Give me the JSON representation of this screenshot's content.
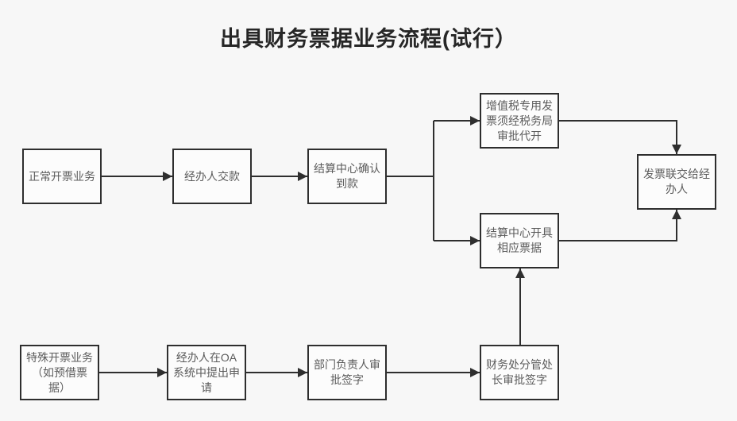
{
  "title": "出具财务票据业务流程(试行）",
  "colors": {
    "background": "#f7f7f7",
    "node_fill": "#fcfcfc",
    "node_border": "#2e2e2e",
    "node_text": "#5b5b5b",
    "connector": "#2e2e2e",
    "title_text": "#262626"
  },
  "nodes": [
    {
      "id": "normal-invoicing",
      "label": "正常开票业务"
    },
    {
      "id": "handler-pays",
      "label": "经办人交款"
    },
    {
      "id": "settlement-confirm-payment",
      "label": "结算中心确认\n到款"
    },
    {
      "id": "vat-tax-bureau-approval",
      "label": "增值税专用发\n票须经税务局\n审批代开"
    },
    {
      "id": "settlement-issues-bills",
      "label": "结算中心开具\n相应票据"
    },
    {
      "id": "invoice-copy-to-handler",
      "label": "发票联交给经\n办人"
    },
    {
      "id": "special-invoicing",
      "label": "特殊开票业务\n（如预借票\n据）"
    },
    {
      "id": "oa-system-application",
      "label": "经办人在OA\n系统中提出申\n请"
    },
    {
      "id": "dept-head-approval-sign",
      "label": "部门负责人审\n批签字"
    },
    {
      "id": "finance-director-approval-sign",
      "label": "财务处分管处\n长审批签字"
    }
  ],
  "edges": [
    {
      "from": "normal-invoicing",
      "to": "handler-pays"
    },
    {
      "from": "handler-pays",
      "to": "settlement-confirm-payment"
    },
    {
      "from": "settlement-confirm-payment",
      "to": "vat-tax-bureau-approval"
    },
    {
      "from": "settlement-confirm-payment",
      "to": "settlement-issues-bills"
    },
    {
      "from": "vat-tax-bureau-approval",
      "to": "invoice-copy-to-handler"
    },
    {
      "from": "settlement-issues-bills",
      "to": "invoice-copy-to-handler"
    },
    {
      "from": "special-invoicing",
      "to": "oa-system-application"
    },
    {
      "from": "oa-system-application",
      "to": "dept-head-approval-sign"
    },
    {
      "from": "dept-head-approval-sign",
      "to": "finance-director-approval-sign"
    },
    {
      "from": "finance-director-approval-sign",
      "to": "settlement-issues-bills"
    }
  ]
}
